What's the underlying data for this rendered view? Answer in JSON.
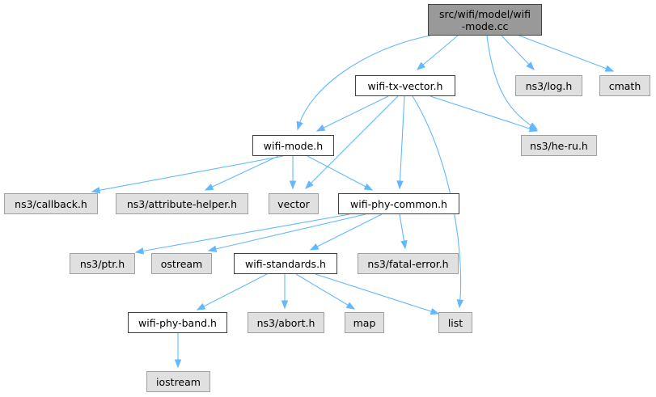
{
  "diagram": {
    "edge_color": "#63b8ff",
    "node_fill_root": "#999999",
    "node_fill_local": "#ffffff",
    "node_fill_system": "#e0e0e0",
    "nodes": {
      "root": {
        "line1": "src/wifi/model/wifi",
        "line2": "-mode.cc"
      },
      "wifi_tx_vector": "wifi-tx-vector.h",
      "log": "ns3/log.h",
      "cmath": "cmath",
      "wifi_mode": "wifi-mode.h",
      "he_ru": "ns3/he-ru.h",
      "callback": "ns3/callback.h",
      "attribute_helper": "ns3/attribute-helper.h",
      "vector": "vector",
      "wifi_phy_common": "wifi-phy-common.h",
      "ptr": "ns3/ptr.h",
      "ostream": "ostream",
      "wifi_standards": "wifi-standards.h",
      "fatal_error": "ns3/fatal-error.h",
      "wifi_phy_band": "wifi-phy-band.h",
      "abort": "ns3/abort.h",
      "map": "map",
      "list": "list",
      "iostream": "iostream"
    },
    "edges": [
      [
        "root",
        "wifi_tx_vector"
      ],
      [
        "root",
        "log"
      ],
      [
        "root",
        "cmath"
      ],
      [
        "root",
        "wifi_mode"
      ],
      [
        "root",
        "he_ru"
      ],
      [
        "wifi_tx_vector",
        "wifi_mode"
      ],
      [
        "wifi_tx_vector",
        "he_ru"
      ],
      [
        "wifi_tx_vector",
        "vector"
      ],
      [
        "wifi_tx_vector",
        "wifi_phy_common"
      ],
      [
        "wifi_tx_vector",
        "list"
      ],
      [
        "wifi_mode",
        "callback"
      ],
      [
        "wifi_mode",
        "attribute_helper"
      ],
      [
        "wifi_mode",
        "vector"
      ],
      [
        "wifi_mode",
        "wifi_phy_common"
      ],
      [
        "wifi_phy_common",
        "ptr"
      ],
      [
        "wifi_phy_common",
        "ostream"
      ],
      [
        "wifi_phy_common",
        "wifi_standards"
      ],
      [
        "wifi_phy_common",
        "fatal_error"
      ],
      [
        "wifi_standards",
        "wifi_phy_band"
      ],
      [
        "wifi_standards",
        "abort"
      ],
      [
        "wifi_standards",
        "map"
      ],
      [
        "wifi_standards",
        "list"
      ],
      [
        "wifi_phy_band",
        "iostream"
      ]
    ]
  }
}
